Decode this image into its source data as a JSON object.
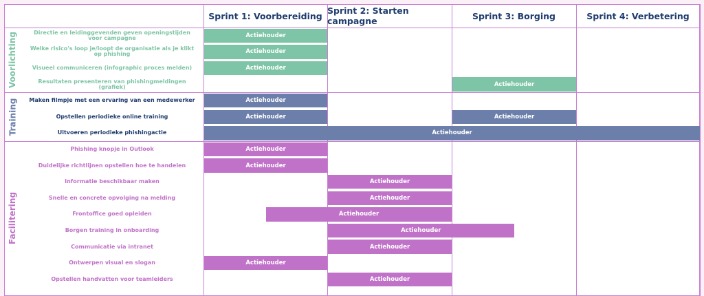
{
  "colors": {
    "voorlichting": "#7ec4a6",
    "training": "#6b7faa",
    "facilitering": "#c072c8",
    "grid": "#c77fd2",
    "header_text": "#1f3c6e",
    "training_text": "#1f3c6e"
  },
  "sprints": [
    "Sprint 1: Voorbereiding",
    "Sprint 2: Starten campagne",
    "Sprint 3: Borging",
    "Sprint 4: Verbetering"
  ],
  "groups": [
    {
      "key": "voorlichting",
      "label": "Voorlichting",
      "tasks": [
        {
          "name": "Directie en leidinggevenden geven openingstijden voor campagne",
          "bars": [
            {
              "label": "Actiehouder",
              "start": 0,
              "end": 1
            }
          ]
        },
        {
          "name": "Welke risico's loop je/loopt de organisatie als je klikt op phishing",
          "bars": [
            {
              "label": "Actiehouder",
              "start": 0,
              "end": 1
            }
          ]
        },
        {
          "name": "Visueel communiceren (infographic proces melden)",
          "bars": [
            {
              "label": "Actiehouder",
              "start": 0,
              "end": 1
            }
          ]
        },
        {
          "name": "Resultaten presenteren van phishingmeldingen (grafiek)",
          "bars": [
            {
              "label": "Actiehouder",
              "start": 2,
              "end": 3
            }
          ]
        }
      ]
    },
    {
      "key": "training",
      "label": "Training",
      "tasks": [
        {
          "name": "Maken filmpje met een ervaring van een medewerker",
          "bars": [
            {
              "label": "Actiehouder",
              "start": 0,
              "end": 1
            }
          ]
        },
        {
          "name": "Opstellen periodieke online training",
          "bars": [
            {
              "label": "Actiehouder",
              "start": 0,
              "end": 1
            },
            {
              "label": "Actiehouder",
              "start": 2,
              "end": 3
            }
          ]
        },
        {
          "name": "Uitvoeren periodieke phishingactie",
          "bars": [
            {
              "label": "Actiehouder",
              "start": 0,
              "end": 4
            }
          ]
        }
      ]
    },
    {
      "key": "facilitering",
      "label": "Facilitering",
      "tasks": [
        {
          "name": "Phishing knopje in Outlook",
          "bars": [
            {
              "label": "Actiehouder",
              "start": 0,
              "end": 1
            }
          ]
        },
        {
          "name": "Duidelijke richtlijnen opstellen hoe te handelen",
          "bars": [
            {
              "label": "Actiehouder",
              "start": 0,
              "end": 1
            }
          ]
        },
        {
          "name": "Informatie beschikbaar maken",
          "bars": [
            {
              "label": "Actiehouder",
              "start": 1,
              "end": 2
            }
          ]
        },
        {
          "name": "Snelle en concrete opvolging na melding",
          "bars": [
            {
              "label": "Actiehouder",
              "start": 1,
              "end": 2
            }
          ]
        },
        {
          "name": "Frontoffice goed opleiden",
          "bars": [
            {
              "label": "Actiehouder",
              "start": 0.5,
              "end": 2
            }
          ]
        },
        {
          "name": "Borgen training in onboarding",
          "bars": [
            {
              "label": "Actiehouder",
              "start": 1,
              "end": 2.5
            }
          ]
        },
        {
          "name": "Communicatie via intranet",
          "bars": [
            {
              "label": "Actiehouder",
              "start": 1,
              "end": 2
            }
          ]
        },
        {
          "name": "Ontwerpen visual en slogan",
          "bars": [
            {
              "label": "Actiehouder",
              "start": 0,
              "end": 1
            }
          ]
        },
        {
          "name": "Opstellen handvatten voor teamleiders",
          "bars": [
            {
              "label": "Actiehouder",
              "start": 1,
              "end": 2
            }
          ]
        }
      ]
    }
  ]
}
